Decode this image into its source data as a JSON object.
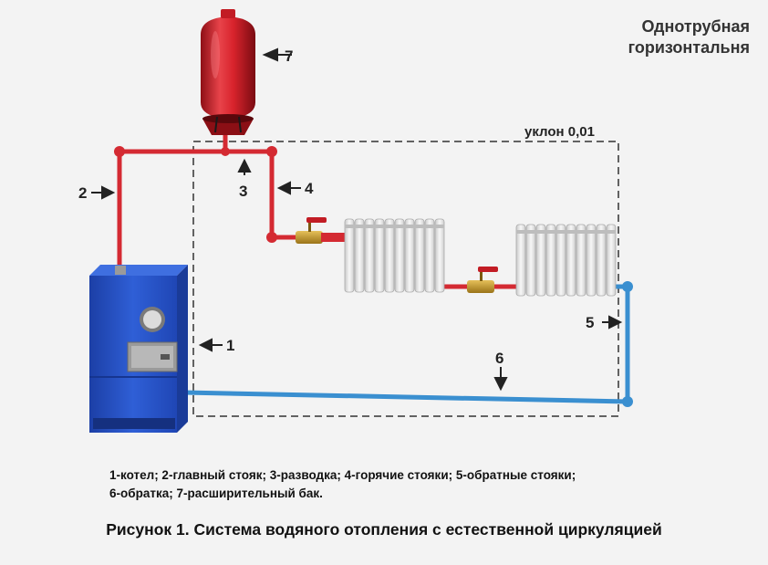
{
  "header": {
    "title_line1": "Однотрубная",
    "title_line2": "горизонтальня"
  },
  "diagram": {
    "slope_label": "уклон 0,01",
    "callouts": {
      "boiler": "1",
      "main_riser": "2",
      "distribution": "3",
      "hot_risers": "4",
      "return_risers": "5",
      "return": "6",
      "expansion_tank": "7"
    },
    "colors": {
      "supply_pipe": "#d42a32",
      "return_pipe": "#3a8fd0",
      "boiler": "#2a55c6",
      "tank": "#d8232c",
      "radiator": "#e4e4e4",
      "valve": "#c79a2a"
    }
  },
  "legend": {
    "line1": "1-котел; 2-главный стояк; 3-разводка; 4-горячие стояки; 5-обратные стояки;",
    "line2": "6-обратка; 7-расширительный бак."
  },
  "caption": "Рисунок 1. Система водяного отопления с естественной циркуляцией"
}
